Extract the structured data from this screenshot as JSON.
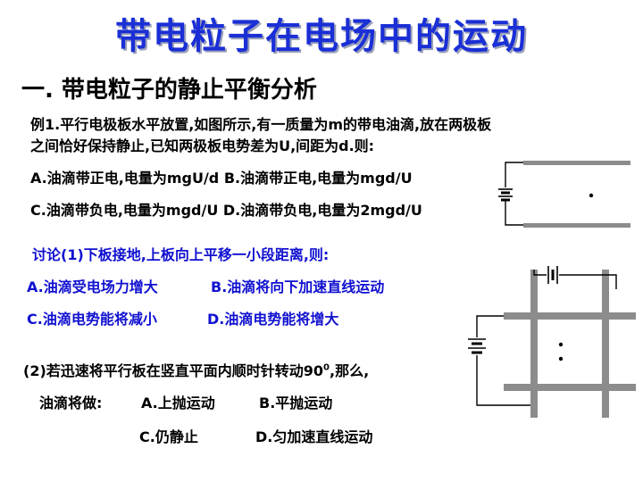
{
  "title": "带电粒子在电场中的运动",
  "section": "一.  带电粒子的静止平衡分析",
  "example": {
    "line1": "例1.平行电极板水平放置,如图所示,有一质量为m的带电油滴,放在两极板",
    "line2": "之间恰好保持静止,已知两极板电势差为U,间距为d.则:",
    "options_row1": "A.油滴带正电,电量为mgU/d   B.油滴带正电,电量为mgd/U",
    "options_row2": "C.油滴带负电,电量为mgd/U   D.油滴带负电,电量为2mgd/U"
  },
  "discussion1": {
    "question": "讨论(1)下板接地,上板向上平移一小段距离,则:",
    "optionA": "A.油滴受电场力增大",
    "optionB": "B.油滴将向下加速直线运动",
    "optionC": "C.油滴电势能将减小",
    "optionD": "D.油滴电势能将增大"
  },
  "discussion2": {
    "question_prefix": "(2)若迅速将平行板在竖直平面内顺时针转动90",
    "superscript": "0",
    "question_suffix": ",那么,",
    "lead": "油滴将做:",
    "optionA": "A.上抛运动",
    "optionB": "B.平抛运动",
    "optionC": "C.仍静止",
    "optionD": "D.匀加速直线运动"
  }
}
